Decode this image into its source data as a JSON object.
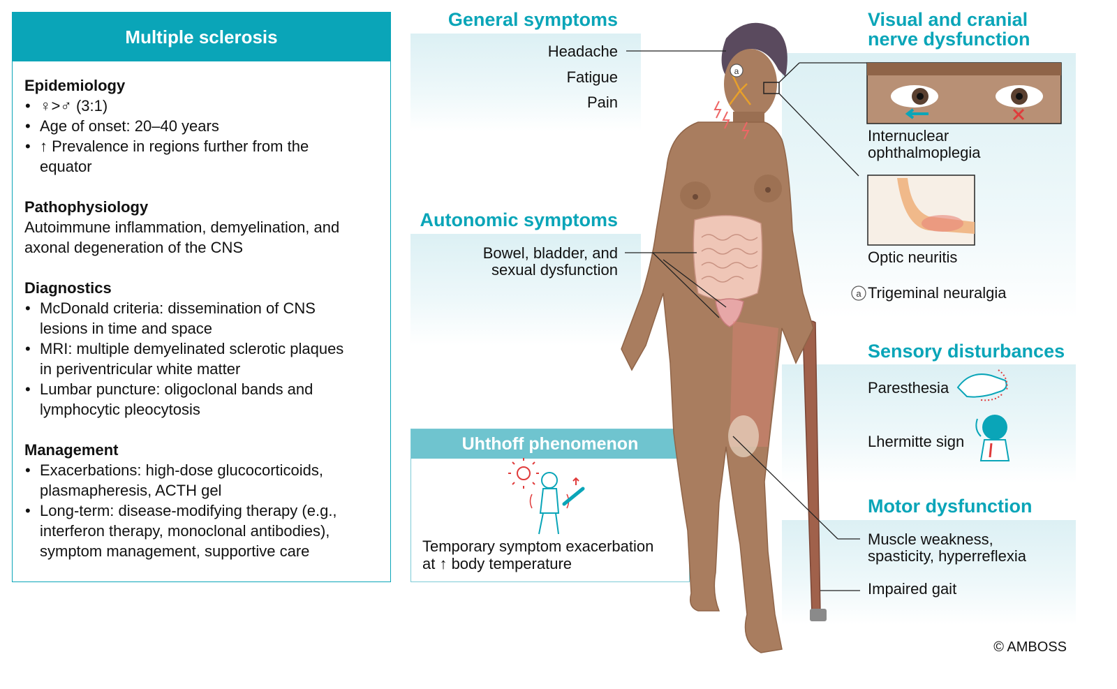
{
  "card": {
    "title": "Multiple sclerosis",
    "sections": [
      {
        "title": "Epidemiology",
        "bullets": [
          [
            "♀>♂ (3:1)"
          ],
          [
            "Age of onset: 20–40 years"
          ],
          [
            "↑ Prevalence in regions further from the",
            "equator"
          ]
        ]
      },
      {
        "title": "Pathophysiology",
        "lines": [
          "Autoimmune inflammation, demyelination, and",
          "axonal degeneration of the CNS"
        ]
      },
      {
        "title": "Diagnostics",
        "bullets": [
          [
            "McDonald criteria: dissemination of CNS",
            "lesions in time and space"
          ],
          [
            "MRI: multiple demyelinated sclerotic plaques",
            "in periventricular white matter"
          ],
          [
            "Lumbar puncture: oligoclonal bands and",
            "lymphocytic pleocytosis"
          ]
        ]
      },
      {
        "title": "Management",
        "bullets": [
          [
            "Exacerbations: high-dose glucocorticoids,",
            "plasmapheresis, ACTH gel"
          ],
          [
            "Long-term: disease-modifying therapy (e.g.,",
            "interferon therapy, monoclonal antibodies),",
            "symptom management, supportive care"
          ]
        ]
      }
    ]
  },
  "general": {
    "title": "General symptoms",
    "items": [
      "Headache",
      "Fatigue",
      "Pain"
    ]
  },
  "autonomic": {
    "title": "Autonomic symptoms",
    "line1": "Bowel, bladder, and",
    "line2": "sexual dysfunction"
  },
  "uhthoff": {
    "title": "Uhthoff phenomenon",
    "line1": "Temporary symptom exacerbation",
    "line2": "at ↑ body temperature"
  },
  "visual": {
    "title1": "Visual and cranial",
    "title2": "nerve dysfunction",
    "ino1": "Internuclear",
    "ino2": "ophthalmoplegia",
    "optic": "Optic neuritis",
    "marker": "a",
    "trigeminal": "Trigeminal neuralgia"
  },
  "sensory": {
    "title": "Sensory disturbances",
    "items": [
      "Paresthesia",
      "Lhermitte sign"
    ]
  },
  "motor": {
    "title": "Motor dysfunction",
    "weak1": "Muscle weakness,",
    "weak2": "spasticity, hyperreflexia",
    "gait": "Impaired gait"
  },
  "copyright": "© AMBOSS",
  "colors": {
    "accent": "#0aa5b8",
    "band": "#dcf0f4",
    "skin": "#a97d5f",
    "skin_shadow": "#8f6448",
    "hair": "#5a4a5e",
    "inflammation": "#e8857a"
  }
}
